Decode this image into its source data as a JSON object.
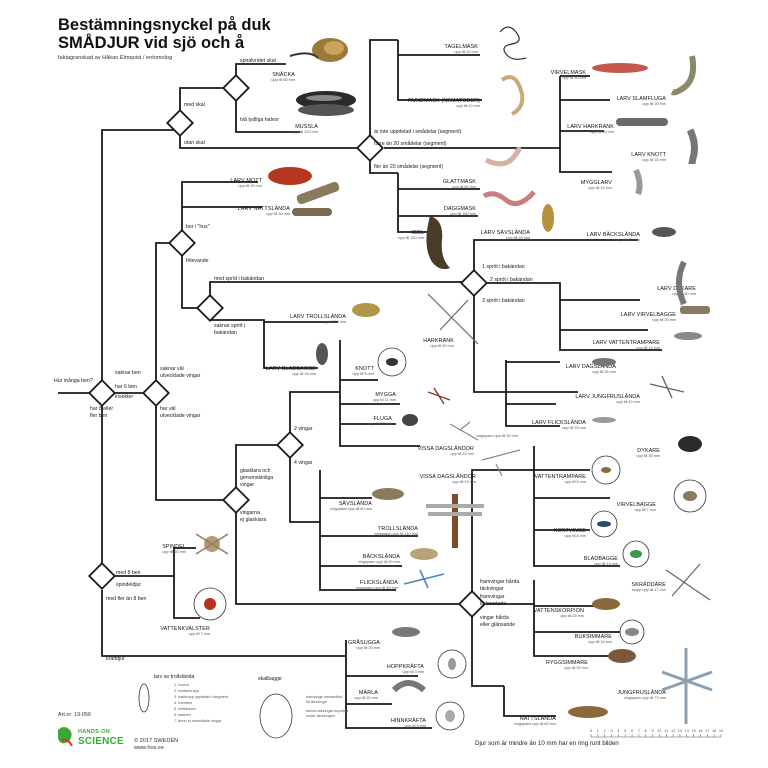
{
  "header": {
    "title_line1": "Bestämningsnyckel på duk",
    "title_line2": "SMÅDJUR vid sjö och å",
    "byline": "faktagranskad av Håkan Elmquist / entomolog"
  },
  "questions": {
    "start": "Hur många ben?",
    "no_legs": "saknar ben",
    "six_legs": "har 6 ben",
    "insects": "insekter",
    "eight_or_more": "har 8 eller",
    "more_legs": "fler ben",
    "shell_yes": "med skal",
    "shell_no": "utan skal",
    "spiral_shell": "spiralvridet skal",
    "two_halves": "två tydliga halvor",
    "not_segmented": "är inte uppdelad i smådelar (segment)",
    "under_20": "färre än 20 smådelar (segment)",
    "over_20": "fler än 20 smådelar (segment)",
    "lives_in_house": "bor i \"hus\"",
    "free_living": "frilevande",
    "with_tail_spike": "med spröt i bakändan",
    "no_tail_spike": "saknar spröt i",
    "no_tail_spike_2": "bakändan",
    "no_wings_visible": "saknar väl",
    "no_wings_visible_2": "utvecklade vingar",
    "wings_visible": "har väl",
    "wings_visible_2": "utvecklade vingar",
    "one_spike": "1 spröt i bakändan",
    "two_spikes": "2 spröt i bakändan",
    "three_spikes": "3 spröt i bakändan",
    "two_wings": "2 vingar",
    "four_wings": "4 vingar",
    "clear_wings": "glasklara och",
    "clear_wings_2": "genomskinliga",
    "clear_wings_3": "vingar",
    "not_clear": "vingarna",
    "not_clear_2": "ej glasklara",
    "eight_legs": "med 8 ben",
    "spider_animals": "spindeldjur",
    "more_than_eight": "med fler än 8 ben",
    "crustaceans": "kräftdjur",
    "hard_forewings": "framvingar hårda",
    "hard_forewings_2": "täckvingar",
    "leathery": "framvingar",
    "leathery_2": "läderartade",
    "glossy_wings": "vingar hårda",
    "glossy_wings_2": "eller glänsande"
  },
  "animals": {
    "snacka": {
      "name": "SNÄCKA",
      "size": "upp till 50 mm"
    },
    "mussla": {
      "name": "MUSSLA",
      "size": "upp till 120 mm"
    },
    "tagelmask": {
      "name": "TAGELMASK",
      "size": "upp till 30 mm"
    },
    "rundmask": {
      "name": "RUNDMASK (NEMATODER)",
      "size": "upp till 10 mm"
    },
    "virvelmask": {
      "name": "VIRVELMASK",
      "size": "upp till 30 mm"
    },
    "larv_slamfluga": {
      "name": "LARV SLAMFLUGA",
      "size": "upp till 20 mm"
    },
    "larv_harkrank": {
      "name": "LARV HARKRANK",
      "size": "upp till 60 mm"
    },
    "larv_knott": {
      "name": "LARV KNOTT",
      "size": "upp till 15 mm"
    },
    "mygglarv": {
      "name": "MYGGLARV",
      "size": "upp till 15 mm"
    },
    "larv_mott": {
      "name": "LARV MOTT",
      "size": "upp till 25 mm"
    },
    "larv_nattslanda": {
      "name": "LARV NATTSLÄNDA",
      "size": "upp till 30 mm"
    },
    "glattmask": {
      "name": "GLATTMASK",
      "size": "upp till 50 mm"
    },
    "daggmask": {
      "name": "DAGGMASK",
      "size": "upp till 150 mm"
    },
    "igel": {
      "name": "IGEL",
      "size": "upp till 150 mm"
    },
    "larv_savslanda": {
      "name": "LARV SÄVSLÄNDA",
      "size": "upp till 25 mm"
    },
    "larv_backslanda": {
      "name": "LARV BÄCKSLÄNDA",
      "size": "upp till 25 mm"
    },
    "larv_dykare": {
      "name": "LARV DYKARE",
      "size": "upp till 60 mm"
    },
    "larv_virvelbagge": {
      "name": "LARV VIRVELBAGGE",
      "size": "upp till 20 mm"
    },
    "larv_vattentrampare": {
      "name": "LARV VATTENTRAMPARE",
      "size": "upp till 12 mm"
    },
    "larv_trollslanda": {
      "name": "LARV TROLLSLÄNDA",
      "size": "upp till 50 mm"
    },
    "larv_bladbagge": {
      "name": "LARV BLADBAGGE",
      "size": "upp till 15 mm"
    },
    "harkrank": {
      "name": "HARKRANK",
      "size": "upp till 60 mm"
    },
    "knott": {
      "name": "KNOTT",
      "size": "upp till 5 mm"
    },
    "mygga": {
      "name": "MYGGA",
      "size": "upp till 11 mm"
    },
    "fluga": {
      "name": "FLUGA",
      "size": "upp till 23 mm"
    },
    "vissa_dagslandor_2": {
      "name": "VISSA DAGSLÄNDOR",
      "size": "upp till 23 mm"
    },
    "vingspann_35": {
      "name": "",
      "size": "vingspann upp till 35 mm"
    },
    "larv_dagslanda": {
      "name": "LARV DAGSLÄNDA",
      "size": "upp till 25 mm"
    },
    "larv_jungfruslanda": {
      "name": "LARV JUNGFRUSLÄNDA",
      "size": "upp till 40 mm"
    },
    "larv_flickslanda": {
      "name": "LARV FLICKSLÄNDA",
      "size": "upp till 25 mm"
    },
    "vissa_dagslandor_4": {
      "name": "VISSA DAGSLÄNDOR",
      "size": "upp till 23 mm"
    },
    "savslanda": {
      "name": "SÄVSLÄNDA",
      "size": "vingspann upp till 60 mm"
    },
    "trollslanda": {
      "name": "TROLLSLÄNDA",
      "size": "vingspann upp till 110 mm"
    },
    "backslanda": {
      "name": "BÄCKSLÄNDA",
      "size": "vingspann upp till 50 mm"
    },
    "flickslanda": {
      "name": "FLICKSLÄNDA",
      "size": "vingspann upp till 60 mm"
    },
    "dykare": {
      "name": "DYKARE",
      "size": "upp till 35 mm"
    },
    "vattentrampare": {
      "name": "VATTENTRAMPARE",
      "size": "upp till 5 mm"
    },
    "virvelbagge": {
      "name": "VIRVELBAGGE",
      "size": "upp till 7 mm"
    },
    "kortvinge": {
      "name": "KORTVINGE",
      "size": "upp till 8 mm"
    },
    "bladbagge": {
      "name": "BLADBAGGE",
      "size": "upp till 13 mm"
    },
    "skraddare": {
      "name": "SKRÄDDARE",
      "size": "kropp upp till 17 mm"
    },
    "vattenskorpion": {
      "name": "VATTENSKORPION",
      "size": "upp till 25 mm"
    },
    "buksimmare": {
      "name": "BUKSIMMARE",
      "size": "upp till 16 mm"
    },
    "ryggsimmare": {
      "name": "RYGGSIMMARE",
      "size": "upp till 25 mm"
    },
    "jungfruslanda": {
      "name": "JUNGFRUSLÄNDA",
      "size": "vingspann upp till 72 mm"
    },
    "nattslanda": {
      "name": "NATTSLÄNDA",
      "size": "vingspann upp till 60 mm"
    },
    "spindel": {
      "name": "SPINDEL",
      "size": "upp till 20 mm"
    },
    "vattenkvalster": {
      "name": "VATTENKVALSTER",
      "size": "upp till 7 mm"
    },
    "grasugga": {
      "name": "GRÅSUGGA",
      "size": "upp till 20 mm"
    },
    "hoppkrafta": {
      "name": "HOPPKRÄFTA",
      "size": "upp till 3 mm"
    },
    "marla": {
      "name": "MÄRLA",
      "size": "upp till 20 mm"
    },
    "hinnkrafta": {
      "name": "HINNKRÄFTA",
      "size": "upp till 5 mm"
    }
  },
  "legend": {
    "larva_title": "larv av trollslända",
    "beetle_title": "skalbagge",
    "items": [
      "1. huvud",
      "2. mellankropp",
      "3. bakkropp uppdelad i segment",
      "4. framben",
      "5. mellanben",
      "6. bakben",
      "7. ännu ej utvecklade vingar"
    ],
    "beetle_note1": "framvinge omvandlad",
    "beetle_note2": "till täckvinge",
    "beetle_note3": "tunna bakvingar hopvikta",
    "beetle_note4": "under täckvingen"
  },
  "footer": {
    "art_nr": "Art.nr: 19-056",
    "logo_line1": "HANDS-ON",
    "logo_line2": "SCIENCE",
    "copyright": "© 2017 SWEDEN",
    "url": "www.hos.se",
    "note": "Djur som är mindre än 10 mm har en ring runt bilden",
    "ruler_numbers": [
      "0",
      "1",
      "2",
      "3",
      "4",
      "5",
      "6",
      "7",
      "8",
      "9",
      "10",
      "11",
      "12",
      "13",
      "14",
      "15",
      "16",
      "17",
      "18",
      "19"
    ]
  },
  "colors": {
    "lines": "#1a1a1a",
    "logo_green": "#3aa935",
    "logo_red": "#e2332b"
  }
}
